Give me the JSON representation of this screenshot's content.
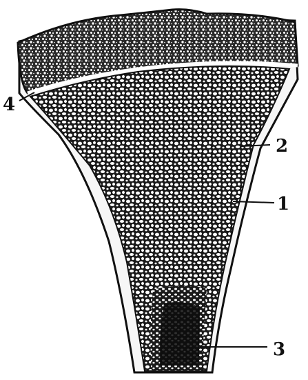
{
  "figure": {
    "colors": {
      "ink": "#111111",
      "paper": "#ffffff",
      "cortex": "#f6f6f6"
    },
    "callouts": [
      {
        "id": "callout-4",
        "label": "4"
      },
      {
        "id": "callout-2",
        "label": "2"
      },
      {
        "id": "callout-1",
        "label": "1"
      },
      {
        "id": "callout-3",
        "label": "3"
      }
    ]
  }
}
